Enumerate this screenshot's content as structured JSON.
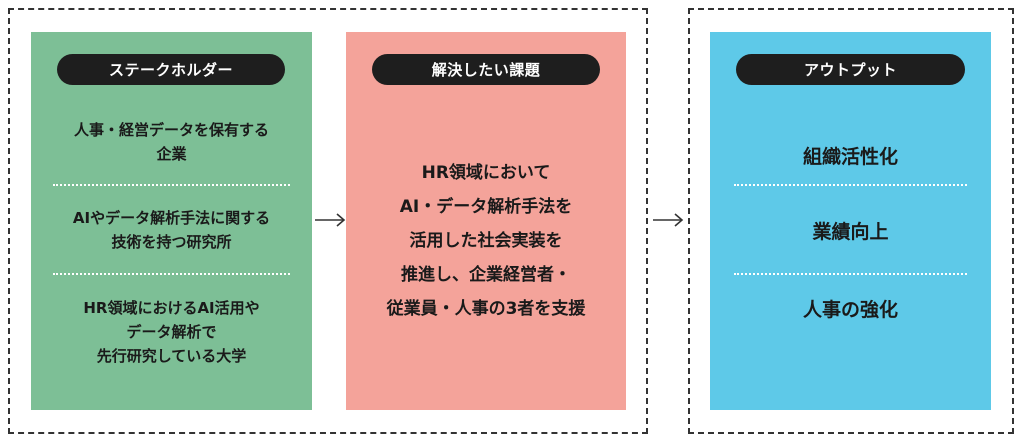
{
  "stakeholders": {
    "title": "ステークホルダー",
    "items": [
      "人事・経営データを保有する\n企業",
      "AIやデータ解析手法に関する\n技術を持つ研究所",
      "HR領域におけるAI活用や\nデータ解析で\n先行研究している大学"
    ]
  },
  "challenge": {
    "title": "解決したい課題",
    "body": "HR領域において\nAI・データ解析手法を\n活用した社会実装を\n推進し、企業経営者・\n従業員・人事の3者を支援"
  },
  "output": {
    "title": "アウトプット",
    "items": [
      "組織活性化",
      "業績向上",
      "人事の強化"
    ]
  },
  "colors": {
    "stakeholders_bg": "#7dbf96",
    "challenge_bg": "#f4a39a",
    "output_bg": "#5ec9e8",
    "pill_bg": "#1e1e1e"
  }
}
